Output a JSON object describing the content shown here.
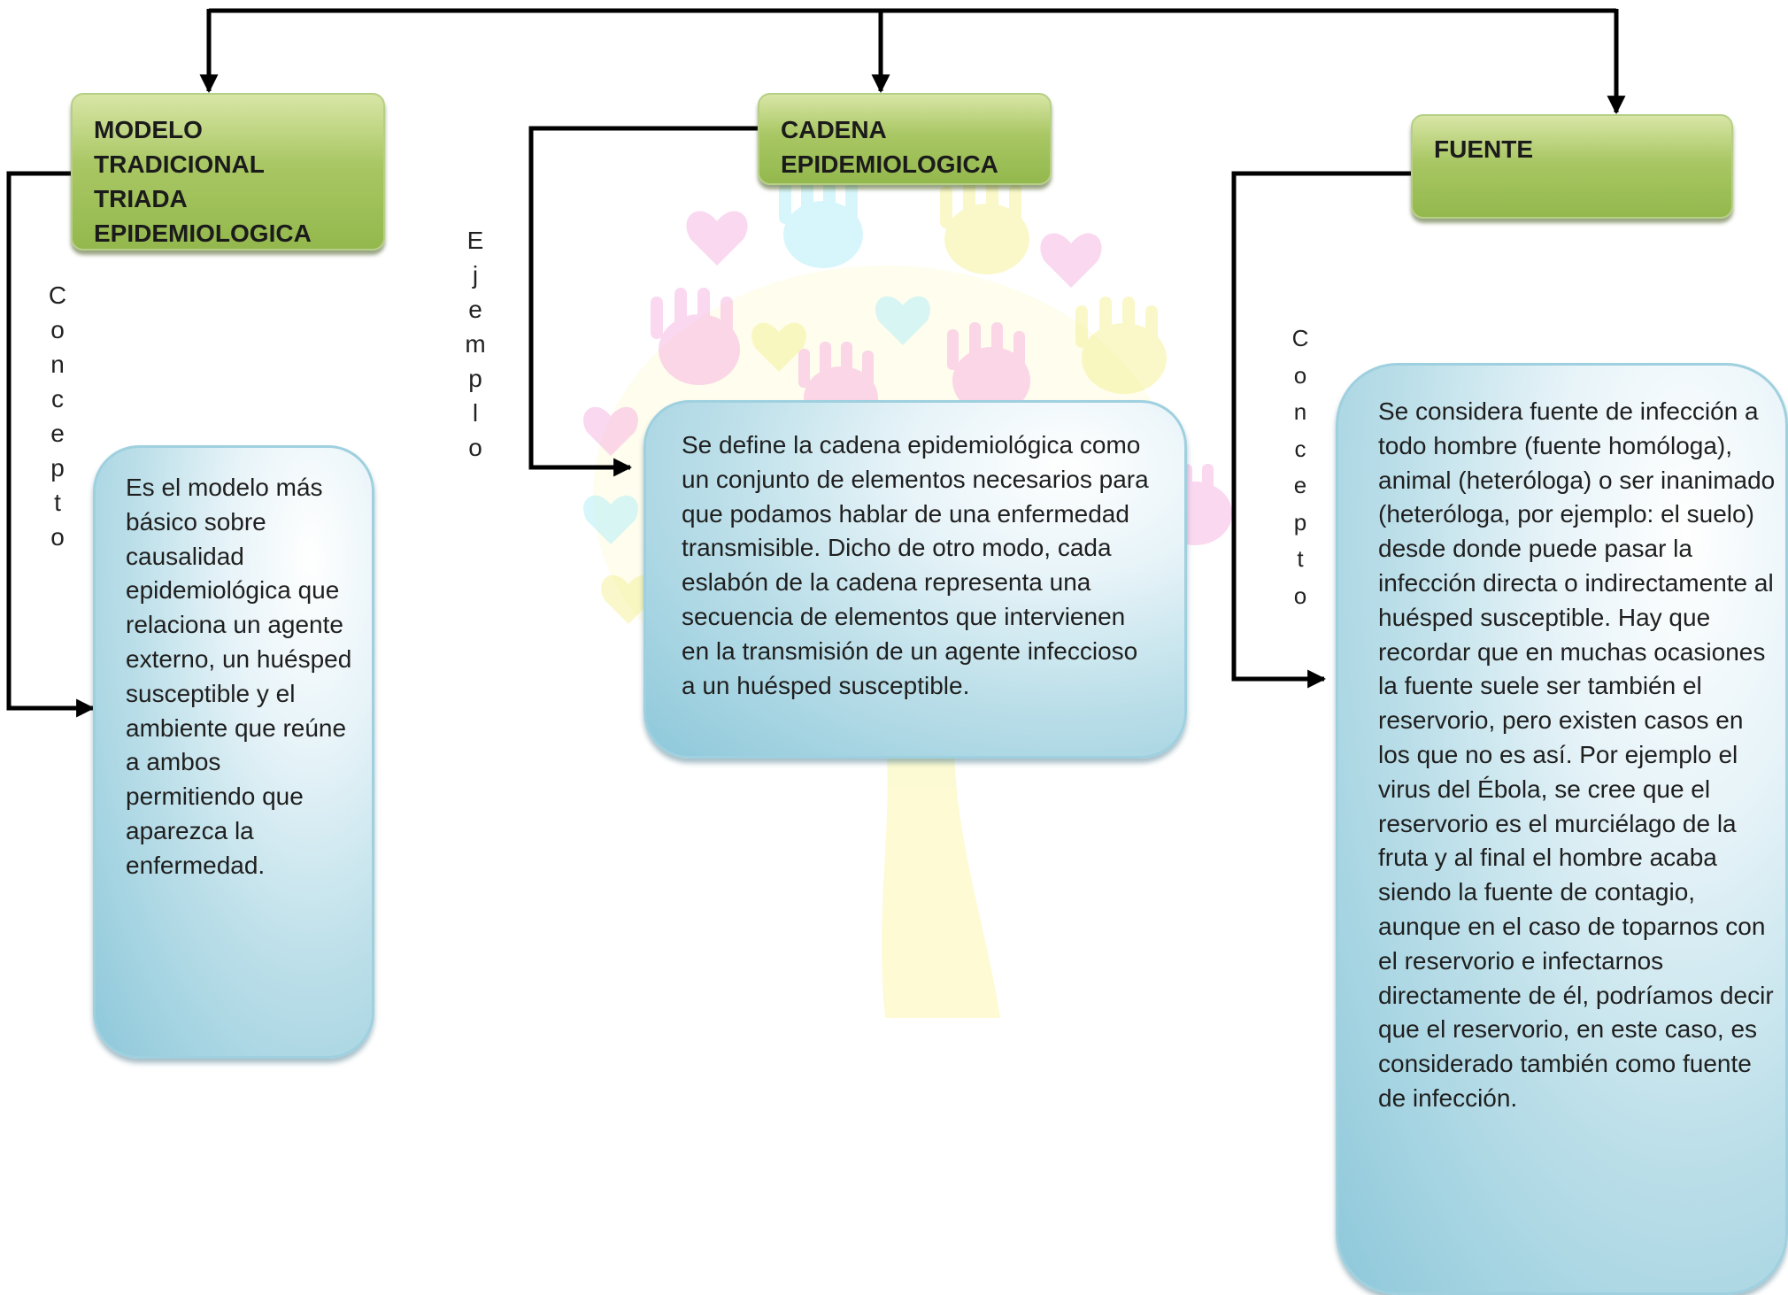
{
  "nodes": {
    "modelo_title": "MODELO\nTRADICIONAL\nTRIADA\nEPIDEMIOLOGICA",
    "cadena_title": "CADENA\nEPIDEMIOLOGICA",
    "fuente_title": "FUENTE",
    "modelo_text": "Es el modelo más básico sobre causalidad epidemiológica que relaciona un agente externo, un huésped susceptible y el ambiente que reúne a ambos permitiendo que aparezca la enfermedad.",
    "cadena_text": "Se define la cadena epidemiológica como un conjunto de elementos necesarios para que podamos hablar de una enfermedad transmisible. Dicho de otro modo, cada eslabón de la cadena representa una secuencia de elementos que intervienen en la transmisión de un agente infeccioso a un huésped susceptible.",
    "fuente_text": "Se considera fuente de infección a todo hombre (fuente homóloga), animal (heteróloga) o ser inanimado (heteróloga, por ejemplo: el suelo) desde donde puede pasar la infección directa o indirectamente al huésped susceptible. Hay que recordar que en muchas ocasiones la fuente suele ser también el reservorio, pero existen casos en los que no es así. Por ejemplo el virus del Ébola, se cree que el reservorio es el murciélago de la fruta y al final el hombre acaba siendo la fuente de contagio, aunque en el caso de toparnos con el reservorio e infectarnos directamente de él, podríamos decir que el reservorio, en este caso, es considerado también como fuente de infección."
  },
  "connector_labels": {
    "concepto_left": [
      "C",
      "o",
      "n",
      "c",
      "e",
      "p",
      "t",
      "o"
    ],
    "ejemplo": [
      "E",
      "j",
      "e",
      "m",
      "p",
      "l",
      "o"
    ],
    "concepto_right": [
      "C",
      "o",
      "n",
      "c",
      "e",
      "p",
      "t",
      "o"
    ]
  },
  "colors": {
    "title_box_green": "#9bbd55",
    "text_box_blue": "#a9d6e4",
    "background_tree_yellow": "#fbf6b0"
  }
}
